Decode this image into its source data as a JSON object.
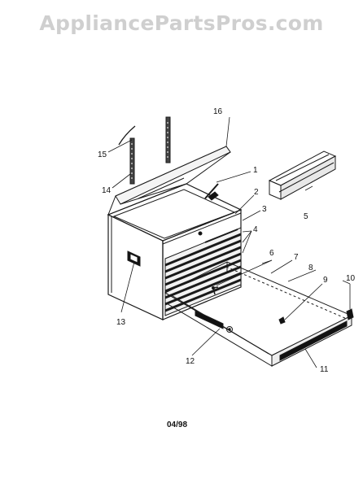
{
  "watermark": "AppliancePartsPros.com",
  "date_code": "04/98",
  "callouts": [
    "1",
    "2",
    "3",
    "4",
    "5",
    "6",
    "7",
    "8",
    "9",
    "10",
    "11",
    "12",
    "13",
    "14",
    "15",
    "16"
  ]
}
